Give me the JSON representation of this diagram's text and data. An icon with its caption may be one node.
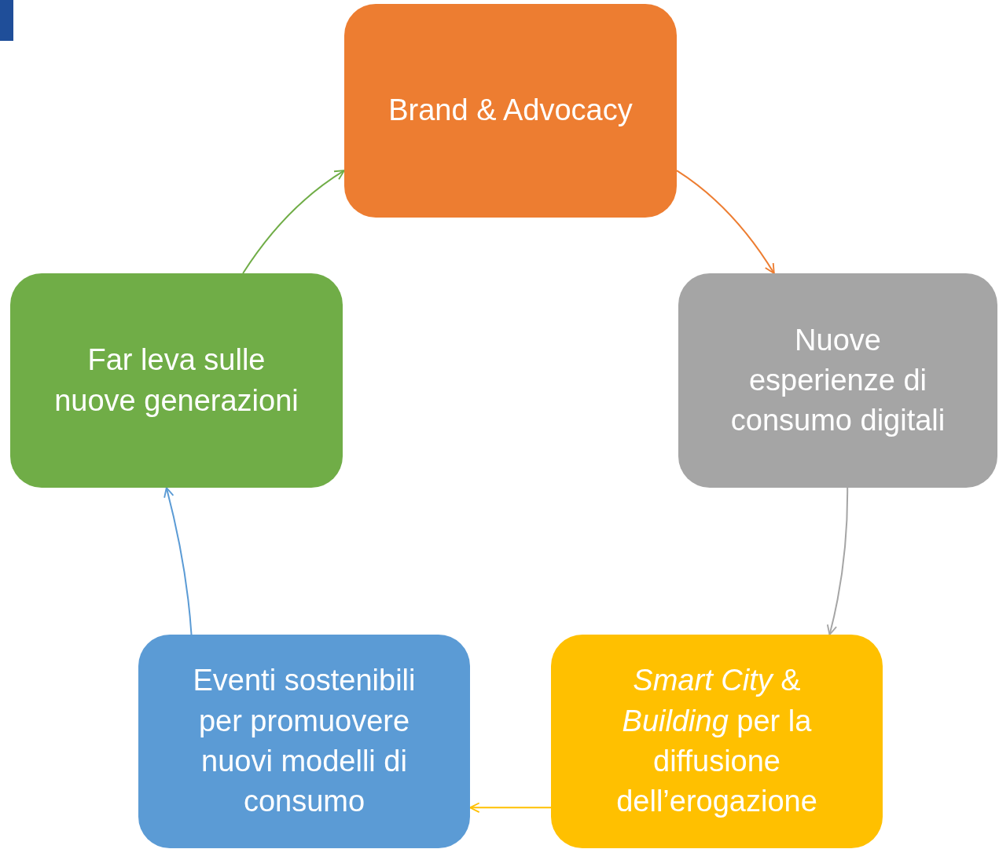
{
  "diagram": {
    "nodes": [
      {
        "text": [
          "Brand & Advocacy"
        ]
      },
      {
        "text": [
          "Nuove esperienze di consumo digitali"
        ]
      },
      {
        "text": [
          "*Smart City* & *Building* per la diffusione dell’erogazione"
        ]
      },
      {
        "text": [
          "Eventi sostenibili per promuovere nuovi modelli di consumo"
        ]
      },
      {
        "text": [
          "Far leva sulle nuove generazioni"
        ]
      }
    ],
    "edges": [
      {
        "from": 0,
        "to": 1,
        "arrow": "to",
        "color": "#ed7d31"
      },
      {
        "from": 1,
        "to": 2,
        "arrow": "to",
        "color": "#a5a5a5"
      },
      {
        "from": 2,
        "to": 3,
        "arrow": "to",
        "color": "#ffc000"
      },
      {
        "from": 3,
        "to": 4,
        "arrow": "to",
        "color": "#5b9bd5"
      },
      {
        "from": 4,
        "to": 0,
        "arrow": "to",
        "color": "#70ad47"
      }
    ]
  }
}
